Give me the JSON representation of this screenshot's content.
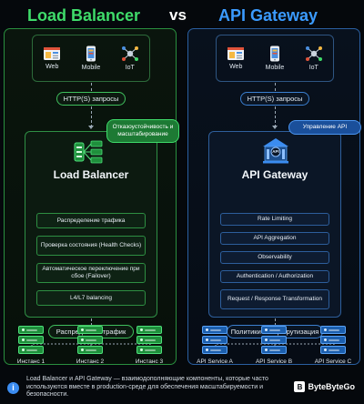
{
  "header": {
    "left_title": "Load Balancer",
    "vs": "vs",
    "right_title": "API Gateway"
  },
  "colors": {
    "green": "#3fdb6a",
    "blue": "#3b9bff"
  },
  "left": {
    "clients": [
      {
        "label": "Web",
        "icon": "web-icon"
      },
      {
        "label": "Mobile",
        "icon": "mobile-icon"
      },
      {
        "label": "IoT",
        "icon": "iot-icon"
      }
    ],
    "protocol": "HTTP(S) запросы",
    "callout": "Отказоустойчивость и масштабирование",
    "title": "Load Balancer",
    "features": [
      "Распределение трафика",
      "Проверка состояния (Health Checks)",
      "Автоматическое переключение при сбое (Failover)",
      "L4/L7 balancing"
    ],
    "bottom_pill": "Распределяет трафик",
    "servers": [
      "Инстанс 1",
      "Инстанс 2",
      "Инстанс 3"
    ]
  },
  "right": {
    "clients": [
      {
        "label": "Web",
        "icon": "web-icon"
      },
      {
        "label": "Mobile",
        "icon": "mobile-icon"
      },
      {
        "label": "IoT",
        "icon": "iot-icon"
      }
    ],
    "protocol": "HTTP(S) запросы",
    "callout": "Управление API",
    "gateway_badge": "API",
    "title": "API Gateway",
    "features": [
      "Rate Limiting",
      "API Aggregation",
      "Observability",
      "Authentication / Authorization",
      "Request / Response Transformation"
    ],
    "bottom_pill": "Политики и маршрутизация",
    "servers": [
      "API Service A",
      "API Service B",
      "API Service C"
    ]
  },
  "footer": {
    "text": "Load Balancer и API Gateway — взаимодополняющие компоненты, которые часто используются вместе в production-среде для обеспечения масштабируемости и безопасности.",
    "brand": "ByteByteGo"
  }
}
